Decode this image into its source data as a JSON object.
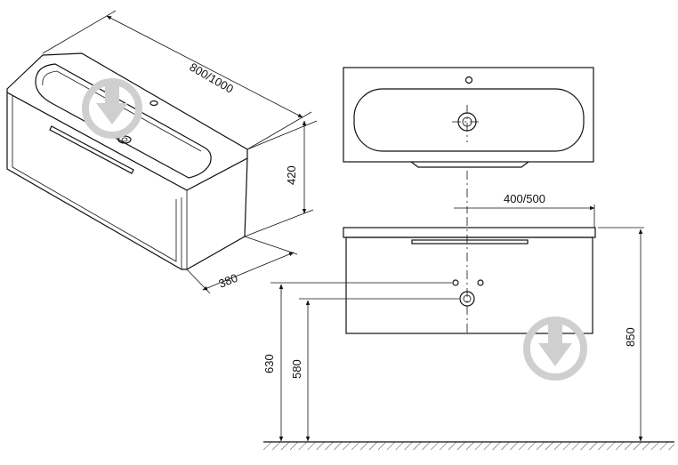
{
  "dimensions": {
    "width": "800/1000",
    "height": "420",
    "depth": "380",
    "offset": "400/500",
    "total_height": "850",
    "height_630": "630",
    "height_580": "580"
  },
  "colors": {
    "line": "#111111",
    "watermark": "#cfcfcf"
  },
  "icons": [
    "watermark-logo-icon"
  ]
}
